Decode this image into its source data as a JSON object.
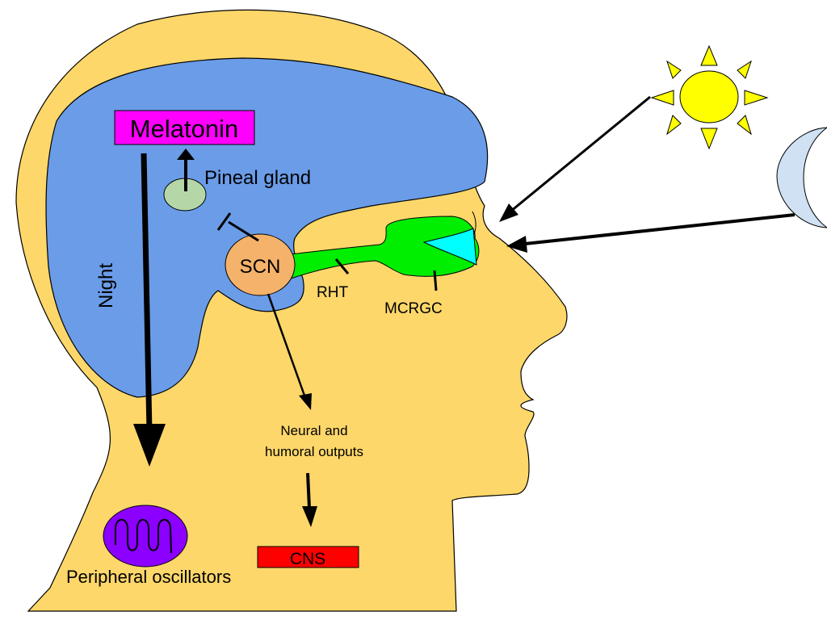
{
  "colors": {
    "skin": "#FDD76A",
    "brain": "#6A9CE8",
    "melatonin": "#FF00FF",
    "pineal": "#B5D7A8",
    "scn": "#F5B26B",
    "rht": "#00EE00",
    "eye": "#00FFFF",
    "sun": "#FFFF00",
    "moon": "#CFE1F3",
    "oscillator": "#8B00FF",
    "cns": "#FF0000"
  },
  "labels": {
    "melatonin": "Melatonin",
    "pineal_gland": "Pineal gland",
    "night": "Night",
    "scn": "SCN",
    "rht": "RHT",
    "mcrgc": "MCRGC",
    "outputs_line1": "Neural and",
    "outputs_line2": "humoral outputs",
    "cns": "CNS",
    "peripheral_oscillators": "Peripheral oscillators"
  },
  "icons": {
    "sun": "sun-icon",
    "moon": "crescent-moon-icon",
    "oscillation": "sine-wave-icon"
  }
}
